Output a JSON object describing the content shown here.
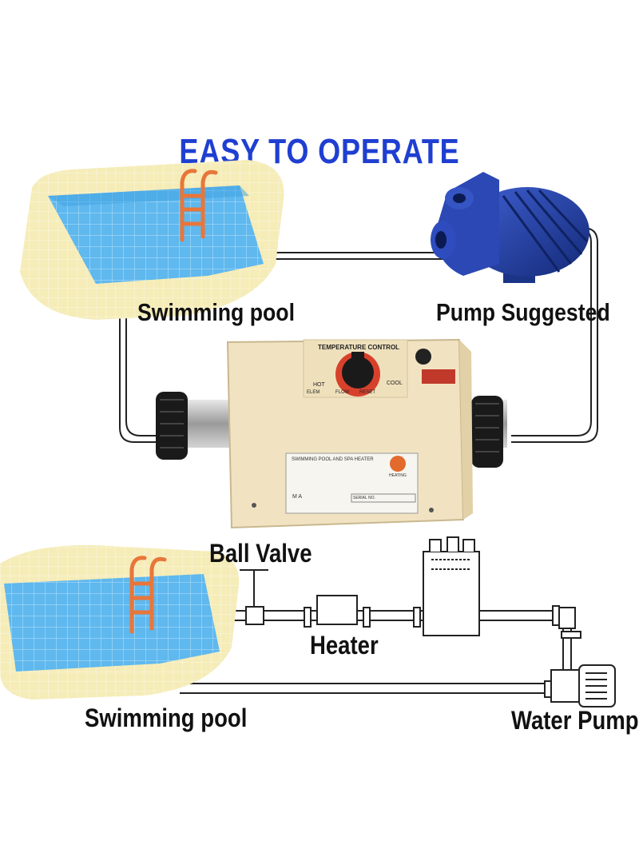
{
  "title": "EASY TO OPERATE",
  "labels": {
    "pool_top": "Swimming pool",
    "pump_top": "Pump Suggested",
    "ball_valve": "Ball Valve",
    "heater": "Heater",
    "pool_bottom": "Swimming pool",
    "water_pump": "Water Pump"
  },
  "heater_unit": {
    "dial_title": "TEMPERATURE CONTROL",
    "dial_hot": "HOT",
    "dial_cool": "COOL",
    "dial_flow": "FLOW",
    "dial_reset": "RESET",
    "dial_elem": "ELEM",
    "plate_title": "SWIMMING POOL AND SPA HEATER",
    "plate_serial": "SERIAL NO.",
    "plate_ma": "M A",
    "heating": "HEATING"
  },
  "colors": {
    "title": "#1f3fd1",
    "pool_water": "#5db6ec",
    "pool_deck": "#f3eab0",
    "pump_blue": "#1f3a9e",
    "heater_body": "#f1e3c2"
  }
}
